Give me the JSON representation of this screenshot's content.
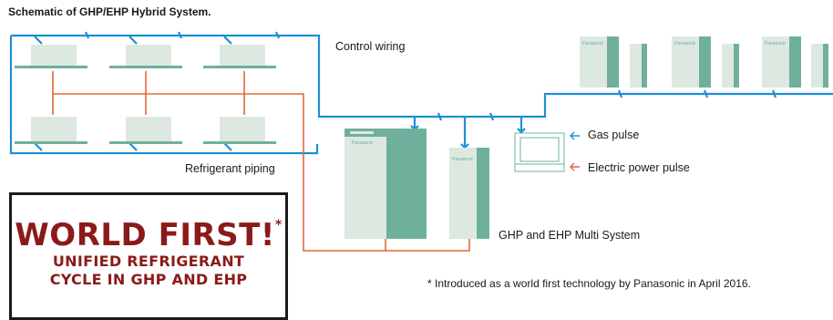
{
  "title": "Schematic of GHP/EHP Hybrid System.",
  "labels": {
    "control_wiring": "Control wiring",
    "refrigerant_piping": "Refrigerant piping",
    "gas_pulse": "Gas pulse",
    "electric_pulse": "Electric power pulse",
    "multi_system": "GHP and EHP Multi System"
  },
  "callout": {
    "headline": "WORLD FIRST!",
    "asterisk": "*",
    "line1": "UNIFIED REFRIGERANT",
    "line2": "CYCLE IN GHP AND EHP"
  },
  "footnote": "* Introduced as a world first technology by Panasonic in April 2016.",
  "brand": "Panasonic",
  "colors": {
    "wiring": "#1e8fd6",
    "piping": "#e2683c",
    "unit_light": "#dde8e1",
    "unit_dark": "#6fb09c",
    "headline": "#8b1a1a"
  }
}
